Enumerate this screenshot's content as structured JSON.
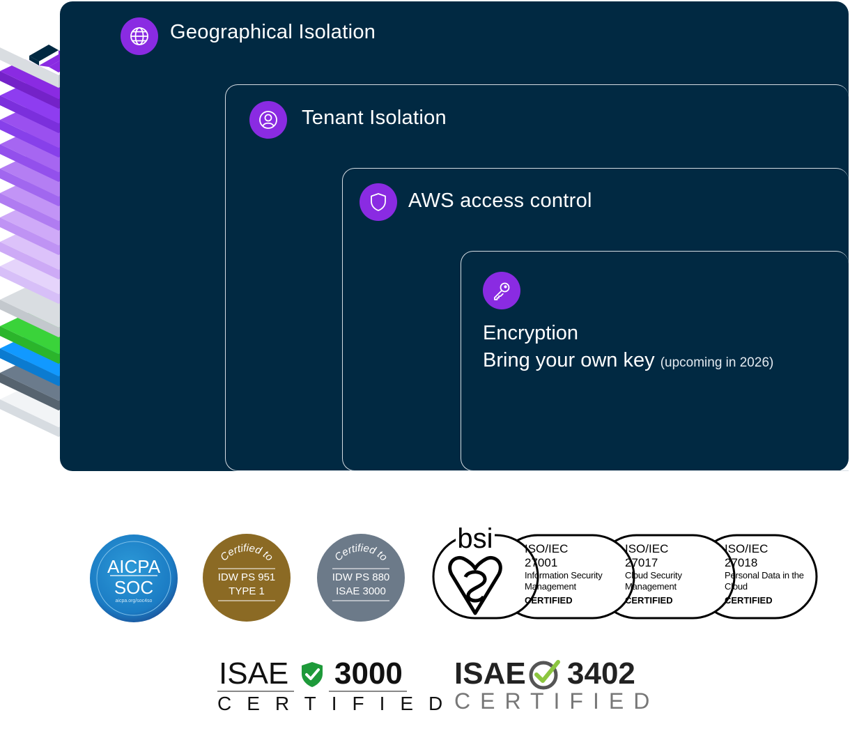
{
  "layers": [
    {
      "title": "Geographical Isolation",
      "icon": "globe-icon"
    },
    {
      "title": "Tenant Isolation",
      "icon": "user-circle-icon"
    },
    {
      "title": "AWS access control",
      "icon": "shield-icon"
    }
  ],
  "encryption": {
    "icon": "key-icon",
    "title": "Encryption",
    "byok": "Bring your own key",
    "note": "(upcoming in 2026)"
  },
  "colors": {
    "panel_bg": "#012942",
    "icon_bg": "#8a2be2",
    "stack_top": "#8a2be2",
    "stack_green": "#3ad33a",
    "stack_blue": "#1199ff",
    "stack_slate": "#6b7b8c"
  },
  "badges": {
    "aicpa": {
      "line1": "AICPA",
      "line2": "SOC",
      "small": "aicpa.org/soc4so"
    },
    "idw951": {
      "arc": "Certified to",
      "line1": "IDW PS 951",
      "line2": "TYPE 1"
    },
    "idw880": {
      "arc": "Certified to",
      "line1": "IDW PS 880",
      "line2": "ISAE 3000"
    }
  },
  "bsi": {
    "logo": "bsi",
    "certs": [
      {
        "std1": "ISO/IEC",
        "std2": "27001",
        "desc1": "Information Security",
        "desc2": "Management",
        "status": "CERTIFIED"
      },
      {
        "std1": "ISO/IEC",
        "std2": "27017",
        "desc1": "Cloud Security",
        "desc2": "Management",
        "status": "CERTIFIED"
      },
      {
        "std1": "ISO/IEC",
        "std2": "27018",
        "desc1": "Personal Data in the",
        "desc2": "Cloud",
        "status": "CERTIFIED"
      }
    ]
  },
  "isae3000": {
    "left": "ISAE",
    "right": "3000",
    "sub": "CERTIFIED"
  },
  "isae3402": {
    "left": "ISAE",
    "right": "3402",
    "sub": "CERTIFIED"
  }
}
